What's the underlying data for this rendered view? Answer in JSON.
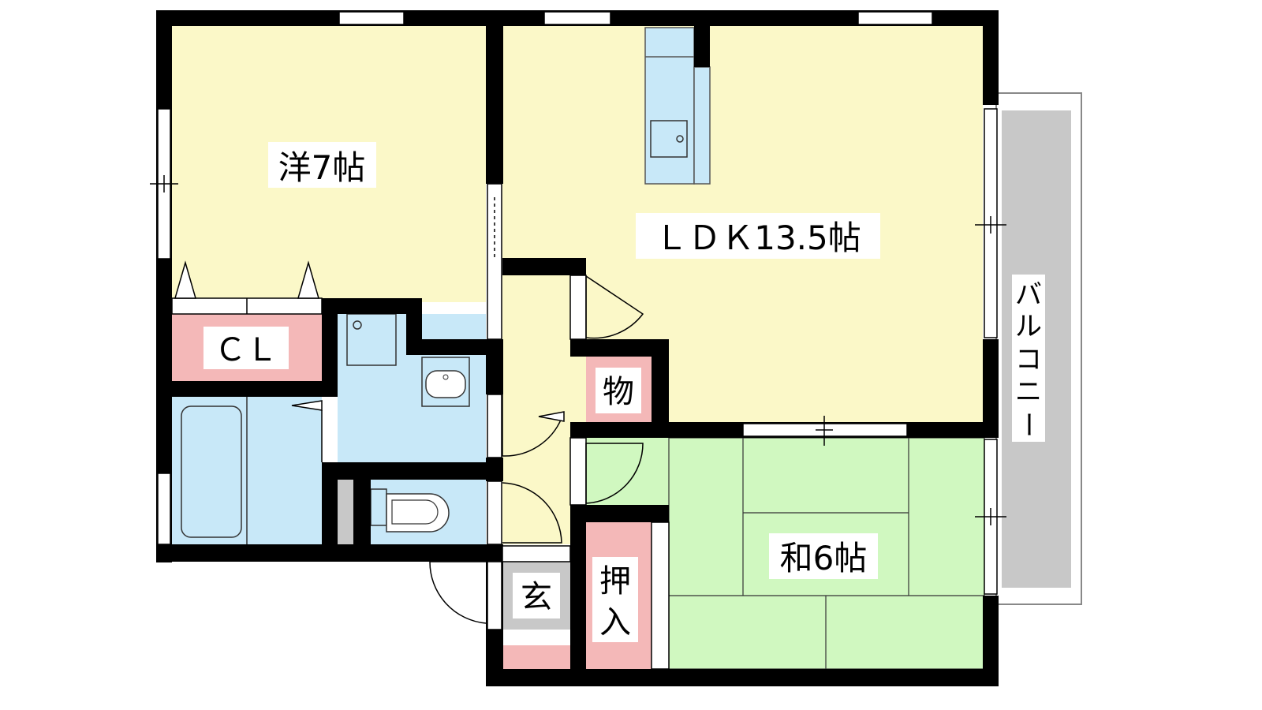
{
  "rooms": {
    "western": "洋7帖",
    "ldk": "ＬＤＫ13.5帖",
    "japanese": "和6帖"
  },
  "storage": {
    "closet": "ＣＬ",
    "storeroom": "物",
    "oshiire_top": "押",
    "oshiire_bottom": "入"
  },
  "entrance": "玄",
  "balcony": [
    "バ",
    "ル",
    "コ",
    "ニ",
    "ー"
  ],
  "colors": {
    "wall": "#000000",
    "western_floor": "#fbf8c8",
    "ldk_floor": "#fbf8c8",
    "wet_area": "#c8e8f8",
    "storage": "#f4b8b8",
    "tatami": "#d0f8c0",
    "balcony": "#c8c8c8",
    "entrance": "#c8c8c8"
  }
}
